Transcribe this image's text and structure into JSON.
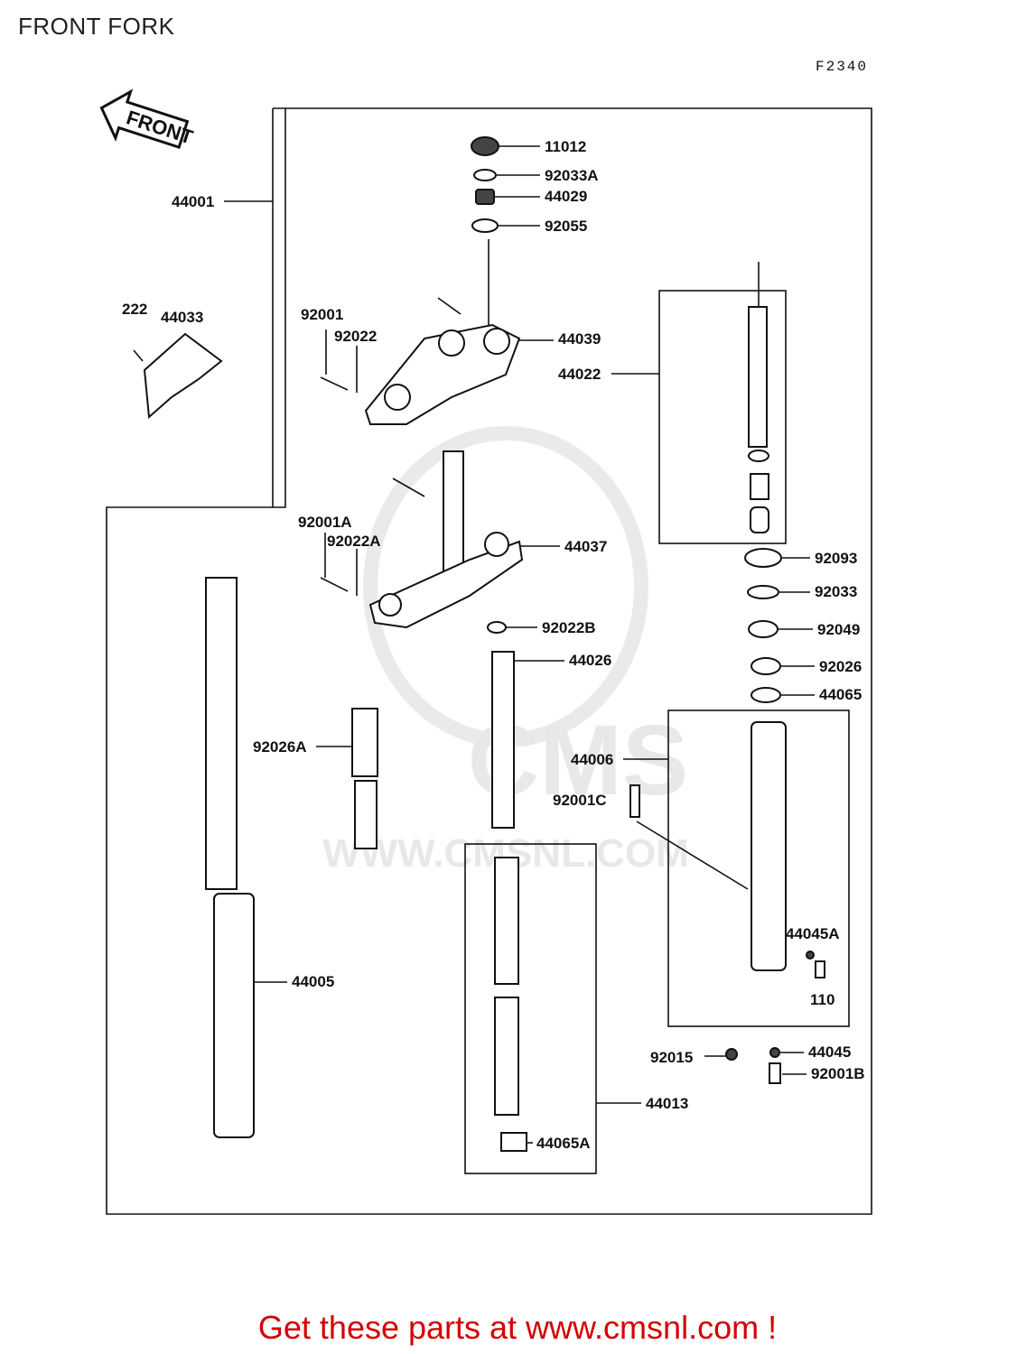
{
  "page": {
    "title": "FRONT FORK",
    "drawing_code": "F2340",
    "front_label": "FRONT",
    "footer": "Get these parts at www.cmsnl.com !"
  },
  "watermark": {
    "brand": "CMS",
    "url": "WWW.CMSNL.COM"
  },
  "parts": [
    {
      "id": "11012"
    },
    {
      "id": "92033A"
    },
    {
      "id": "44029"
    },
    {
      "id": "92055"
    },
    {
      "id": "44001"
    },
    {
      "id": "222"
    },
    {
      "id": "44033"
    },
    {
      "id": "92001"
    },
    {
      "id": "92022"
    },
    {
      "id": "44039"
    },
    {
      "id": "44022"
    },
    {
      "id": "92001A"
    },
    {
      "id": "92022A"
    },
    {
      "id": "44037"
    },
    {
      "id": "92093"
    },
    {
      "id": "92033"
    },
    {
      "id": "92022B"
    },
    {
      "id": "92049"
    },
    {
      "id": "44026"
    },
    {
      "id": "92026"
    },
    {
      "id": "44065"
    },
    {
      "id": "92026A"
    },
    {
      "id": "44006"
    },
    {
      "id": "92001C"
    },
    {
      "id": "44045A"
    },
    {
      "id": "44005"
    },
    {
      "id": "110"
    },
    {
      "id": "92015"
    },
    {
      "id": "44045"
    },
    {
      "id": "92001B"
    },
    {
      "id": "44013"
    },
    {
      "id": "44065A"
    }
  ]
}
